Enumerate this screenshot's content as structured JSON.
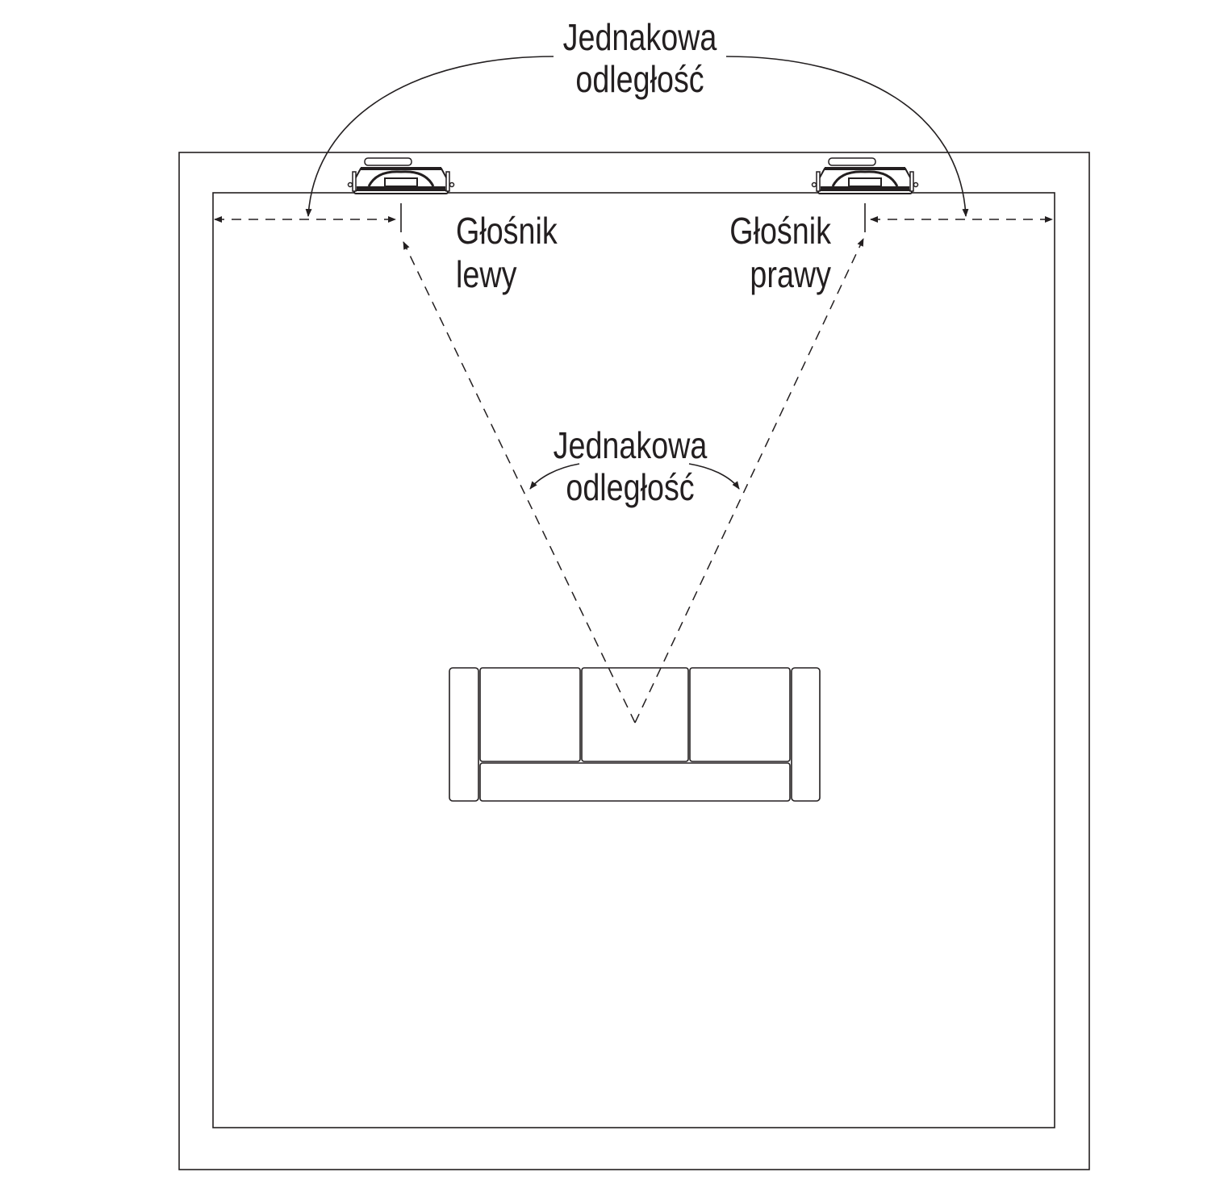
{
  "labels": {
    "top_distance": [
      "Jednakowa",
      "odległość"
    ],
    "left_speaker": [
      "Głośnik",
      "lewy"
    ],
    "right_speaker": [
      "Głośnik",
      "prawy"
    ],
    "center_distance": [
      "Jednakowa",
      "odległość"
    ]
  },
  "colors": {
    "line": "#231f20",
    "background": "#ffffff"
  }
}
